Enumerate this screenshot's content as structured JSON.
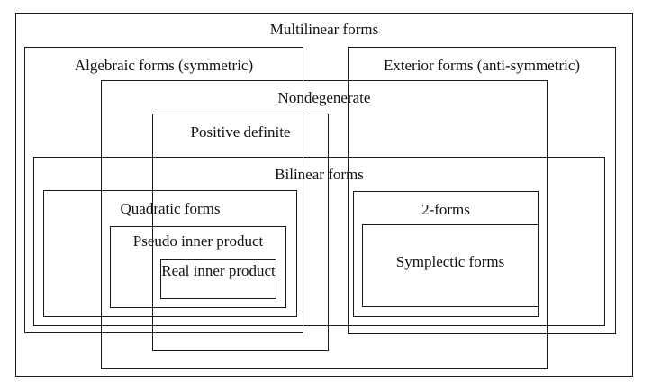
{
  "diagram": {
    "title": "Multilinear forms",
    "type": "nested-containment-diagram",
    "stroke_color": "#1a1a1a",
    "background_color": "#ffffff",
    "boxes": [
      {
        "id": "multilinear",
        "label": "Multilinear forms"
      },
      {
        "id": "algebraic",
        "label": "Algebraic forms (symmetric)"
      },
      {
        "id": "exterior",
        "label": "Exterior forms (anti-symmetric)"
      },
      {
        "id": "nondegenerate",
        "label": "Nondegenerate"
      },
      {
        "id": "positive",
        "label": "Positive definite"
      },
      {
        "id": "bilinear",
        "label": "Bilinear forms"
      },
      {
        "id": "quadratic",
        "label": "Quadratic forms"
      },
      {
        "id": "pseudo",
        "label": "Pseudo inner product"
      },
      {
        "id": "realinner",
        "label": "Real inner product"
      },
      {
        "id": "twoforms",
        "label": "2-forms"
      },
      {
        "id": "symplectic",
        "label": "Symplectic forms"
      }
    ]
  }
}
